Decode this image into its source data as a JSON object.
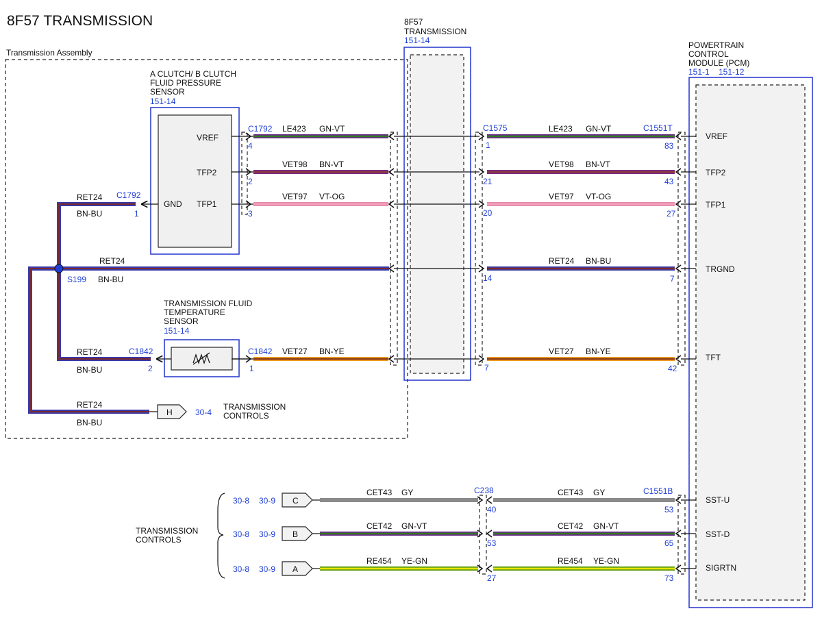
{
  "title": "8F57 TRANSMISSION",
  "assembly_label": "Transmission Assembly",
  "pressure_sensor": {
    "name_lines": [
      "A CLUTCH/ B CLUTCH",
      "FLUID PRESSURE",
      "SENSOR"
    ],
    "ref": "151-14",
    "pins": [
      "VREF",
      "TFP2",
      "TFP1",
      "GND"
    ]
  },
  "temp_sensor": {
    "name_lines": [
      "TRANSMISSION FLUID",
      "TEMPERATURE",
      "SENSOR"
    ],
    "ref": "151-14"
  },
  "trans_connector": {
    "name_lines": [
      "8F57",
      "TRANSMISSION"
    ],
    "ref": "151-14"
  },
  "pcm": {
    "name_lines": [
      "POWERTRAIN",
      "CONTROL",
      "MODULE (PCM)"
    ],
    "refs": [
      "151-1",
      "151-12"
    ],
    "pins": [
      "VREF",
      "TFP2",
      "TFP1",
      "TRGND",
      "TFT",
      "SST-U",
      "SST-D",
      "SIGRTN"
    ]
  },
  "connectors": {
    "c1792": "C1792",
    "c1575": "C1575",
    "c1551t": "C1551T",
    "c1842": "C1842",
    "c238": "C238",
    "c1551b": "C1551B",
    "splice": "S199"
  },
  "wires": {
    "vref": {
      "circuit": "LE423",
      "color": "GN-VT",
      "pin_a": "4",
      "pin_b": "1",
      "pin_pcm": "83"
    },
    "tfp2": {
      "circuit": "VET98",
      "color": "BN-VT",
      "pin_a": "2",
      "pin_b": "21",
      "pin_pcm": "43"
    },
    "tfp1": {
      "circuit": "VET97",
      "color": "VT-OG",
      "pin_a": "3",
      "pin_b": "20",
      "pin_pcm": "27"
    },
    "trgnd": {
      "circuit": "RET24",
      "color": "BN-BU",
      "pin_b": "14",
      "pin_pcm": "7"
    },
    "tft": {
      "circuit": "VET27",
      "color": "BN-YE",
      "pin_a": "1",
      "pin_b": "7",
      "pin_pcm": "42"
    },
    "gnd_press": {
      "circuit": "RET24",
      "color": "BN-BU",
      "pin": "1"
    },
    "gnd_temp": {
      "circuit": "RET24",
      "color": "BN-BU",
      "pin": "2"
    },
    "gnd_h": {
      "circuit": "RET24",
      "color": "BN-BU"
    }
  },
  "controls_h": {
    "letter": "H",
    "ref": "30-4",
    "label_lines": [
      "TRANSMISSION",
      "CONTROLS"
    ]
  },
  "controls_lower": {
    "label_lines": [
      "TRANSMISSION",
      "CONTROLS"
    ],
    "rows": [
      {
        "ref1": "30-8",
        "ref2": "30-9",
        "letter": "C",
        "circuit": "CET43",
        "color": "GY",
        "c238_pin": "40",
        "pcm_pin": "53"
      },
      {
        "ref1": "30-8",
        "ref2": "30-9",
        "letter": "B",
        "circuit": "CET42",
        "color": "GN-VT",
        "c238_pin": "53",
        "pcm_pin": "65"
      },
      {
        "ref1": "30-8",
        "ref2": "30-9",
        "letter": "A",
        "circuit": "RE454",
        "color": "YE-GN",
        "c238_pin": "27",
        "pcm_pin": "73"
      }
    ]
  },
  "wire_colors": {
    "GN-VT": [
      "#2e7d1e",
      "#6a2a8a"
    ],
    "BN-VT": [
      "#8b3a3a",
      "#7a2a8a"
    ],
    "VT-OG": [
      "#f0a0c0",
      "#e88aa8"
    ],
    "BN-BU": [
      "#7a2a2a",
      "#3a3aaa"
    ],
    "BN-YE": [
      "#8b3a1a",
      "#f0a020"
    ],
    "GY": [
      "#8a8a8a",
      "#8a8a8a"
    ],
    "YE-GN": [
      "#e6e600",
      "#5a9a10"
    ]
  }
}
